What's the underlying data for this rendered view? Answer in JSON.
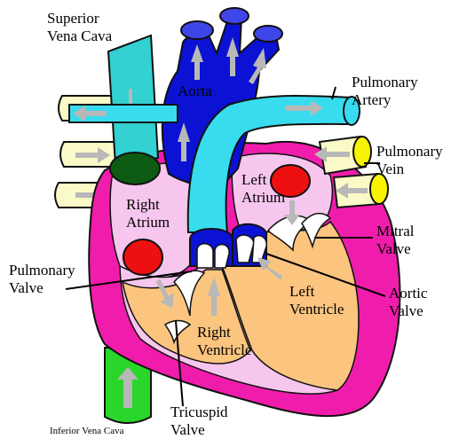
{
  "labels": {
    "superior_vena_cava": [
      "Superior",
      "Vena Cava"
    ],
    "aorta": "Aorta",
    "pulmonary_artery": [
      "Pulmonary",
      "Artery"
    ],
    "pulmonary_vein": [
      "Pulmonary",
      "Vein"
    ],
    "left_atrium": [
      "Left",
      "Atrium"
    ],
    "right_atrium": [
      "Right",
      "Atrium"
    ],
    "mitral_valve": [
      "Mitral",
      "Valve"
    ],
    "pulmonary_valve": [
      "Pulmonary",
      "Valve"
    ],
    "left_ventricle": [
      "Left",
      "Ventricle"
    ],
    "aortic_valve": [
      "Aortic",
      "Valve"
    ],
    "right_ventricle": [
      "Right",
      "Ventricle"
    ],
    "tricuspid_valve": [
      "Tricuspid",
      "Valve"
    ],
    "inferior_vena_cava": "Inferior Vena Cava"
  },
  "colors": {
    "myocardium": "#f01dac",
    "atrium_fill": "#f6c6ee",
    "ventricle_fill": "#fbc47f",
    "aorta": "#0b12d4",
    "pulmonary_artery": "#39dcee",
    "vena_cava_superior": "#33d1d1",
    "vena_cava_inferior": "#2bd62b",
    "pulmonary_vein": "#fafac8",
    "pulmonary_vein_cap": "#f8f400",
    "valve_opening": "#0d5a13",
    "node": "#ee1010",
    "flow_arrow": "#b8b8b8"
  }
}
